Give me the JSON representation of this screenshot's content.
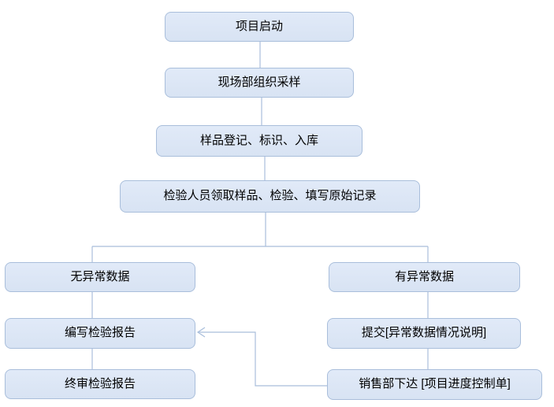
{
  "diagram": {
    "type": "flowchart",
    "title": "",
    "nodes": [
      {
        "id": "project-start",
        "label": "项目启动"
      },
      {
        "id": "field-sampling",
        "label": "现场部组织采样"
      },
      {
        "id": "sample-registration",
        "label": "样品登记、标识、入库"
      },
      {
        "id": "inspection",
        "label": "检验人员领取样品、检验、填写原始记录"
      },
      {
        "id": "no-abnormal-data",
        "label": "无异常数据"
      },
      {
        "id": "abnormal-data",
        "label": "有异常数据"
      },
      {
        "id": "write-report",
        "label": "编写检验报告"
      },
      {
        "id": "submit-explanation",
        "label": "提交[异常数据情况说明]"
      },
      {
        "id": "final-review",
        "label": "终审检验报告"
      },
      {
        "id": "sales-issue-control",
        "label": "销售部下达 [项目进度控制单]"
      }
    ],
    "edges": [
      {
        "from": "project-start",
        "to": "field-sampling",
        "arrow": false
      },
      {
        "from": "field-sampling",
        "to": "sample-registration",
        "arrow": false
      },
      {
        "from": "sample-registration",
        "to": "inspection",
        "arrow": false
      },
      {
        "from": "inspection",
        "to": "no-abnormal-data",
        "arrow": false
      },
      {
        "from": "inspection",
        "to": "abnormal-data",
        "arrow": false
      },
      {
        "from": "no-abnormal-data",
        "to": "write-report",
        "arrow": false
      },
      {
        "from": "write-report",
        "to": "final-review",
        "arrow": false
      },
      {
        "from": "abnormal-data",
        "to": "submit-explanation",
        "arrow": false
      },
      {
        "from": "submit-explanation",
        "to": "sales-issue-control",
        "arrow": false
      },
      {
        "from": "sales-issue-control",
        "to": "write-report",
        "arrow": true
      }
    ],
    "colors": {
      "node_fill": "#dae4f4",
      "node_border": "#a9bedb",
      "connector": "#a9bedb",
      "text": "#000000",
      "background": "#ffffff"
    }
  }
}
